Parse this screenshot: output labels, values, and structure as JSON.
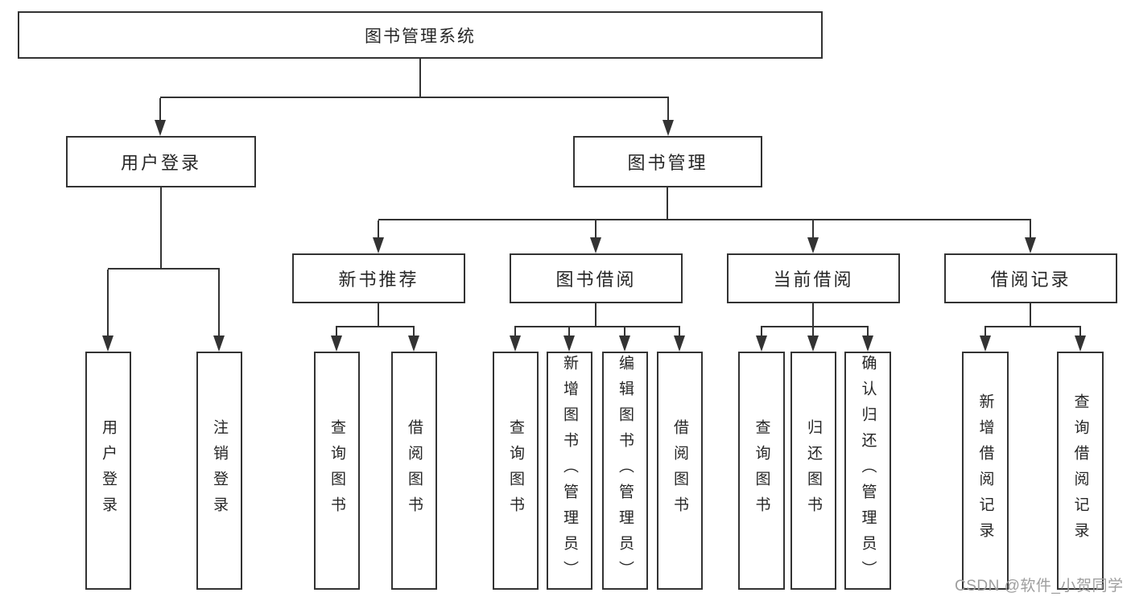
{
  "colors": {
    "line": "#333333",
    "box_border": "#333333",
    "text": "#262626",
    "watermark": "#9e9e9e",
    "background": "#ffffff"
  },
  "diagram": {
    "root": {
      "label": "图书管理系统"
    },
    "level2": {
      "user_login": {
        "label": "用户登录"
      },
      "book_management": {
        "label": "图书管理"
      }
    },
    "level3": {
      "new_book_recommend": {
        "label": "新书推荐"
      },
      "book_borrow": {
        "label": "图书借阅"
      },
      "current_borrow": {
        "label": "当前借阅"
      },
      "borrow_record": {
        "label": "借阅记录"
      }
    },
    "leaves": {
      "user_login": {
        "label": "用户登录"
      },
      "logout": {
        "label": "注销登录"
      },
      "rec_query_book": {
        "label": "查询图书"
      },
      "rec_borrow_book": {
        "label": "借阅图书"
      },
      "bb_query_book": {
        "label": "查询图书"
      },
      "bb_add_book": {
        "label": "新增图书（管理员）"
      },
      "bb_edit_book": {
        "label": "编辑图书（管理员）"
      },
      "bb_borrow_book": {
        "label": "借阅图书"
      },
      "cb_query_book": {
        "label": "查询图书"
      },
      "cb_return_book": {
        "label": "归还图书"
      },
      "cb_confirm_return": {
        "label": "确认归还（管理员）"
      },
      "br_add_record": {
        "label": "新增借阅记录"
      },
      "br_query_record": {
        "label": "查询借阅记录"
      }
    }
  },
  "watermark": {
    "text": "CSDN @软件_小贺同学"
  }
}
